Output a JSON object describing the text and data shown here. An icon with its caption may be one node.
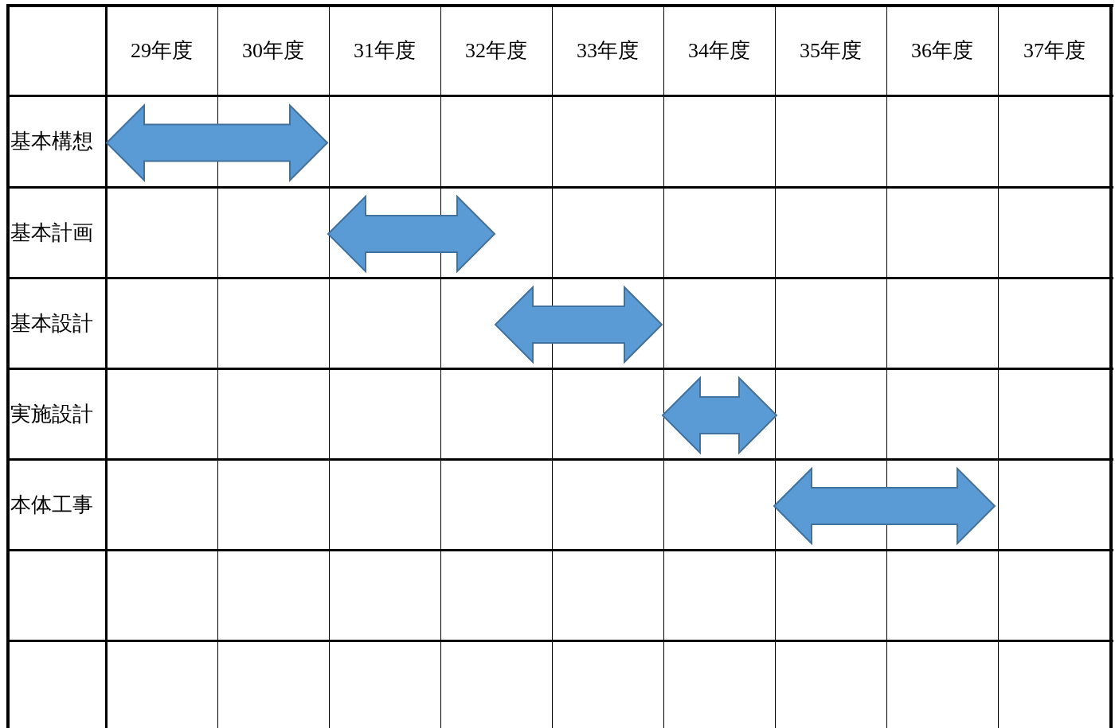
{
  "diagram": {
    "labels": [
      "29年度",
      "30年度",
      "31年度",
      "32年度",
      "33年度",
      "34年度",
      "35年度",
      "36年度",
      "37年度",
      "基本構想",
      "基本計画",
      "基本設計",
      "実施設計",
      "本体工事"
    ]
  }
}
